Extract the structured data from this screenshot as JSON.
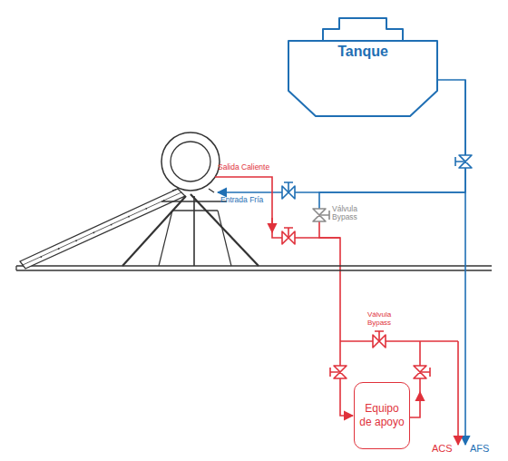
{
  "diagram": {
    "nodes": [
      {
        "text": [
          "Tanque"
        ]
      },
      {
        "text": [
          "Equipo de apoyo"
        ]
      }
    ],
    "edges": [
      {
        "from": 0,
        "to": 1,
        "arrow": "to"
      }
    ],
    "labels": [
      "Salida Caliente",
      "Entrada Fría",
      "Válvula Bypass",
      "Válvula Bypass",
      "ACS",
      "AFS"
    ]
  }
}
